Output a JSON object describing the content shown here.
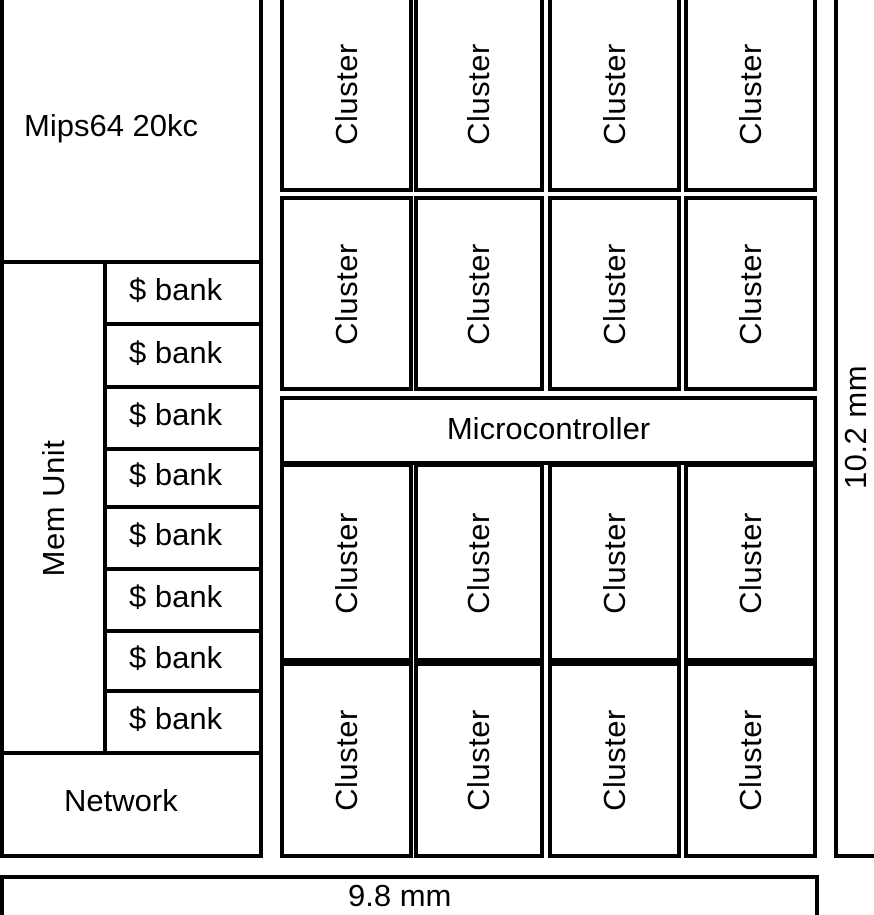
{
  "processor_label": "Mips64 20kc",
  "mem_unit_label": "Mem Unit",
  "network_label": "Network",
  "cache_bank_label": "$ bank",
  "cluster_label": "Cluster",
  "microcontroller_label": "Microcontroller",
  "height_dimension": "10.2 mm",
  "width_dimension": "9.8 mm"
}
